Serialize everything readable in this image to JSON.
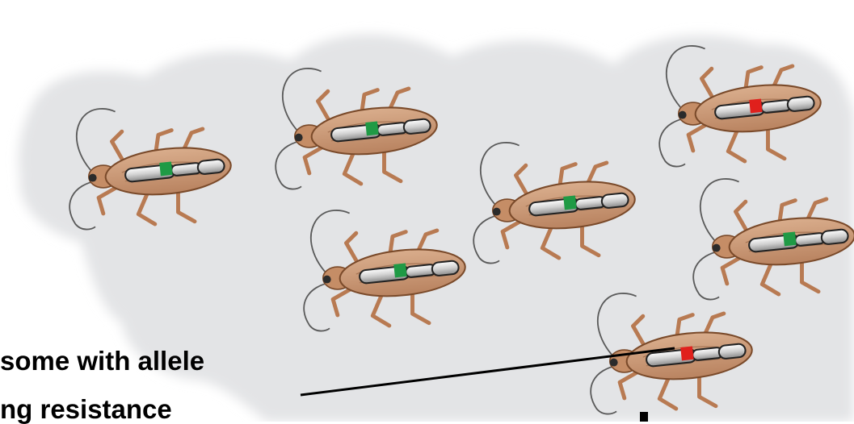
{
  "caption": {
    "line1": "some with allele",
    "line2": "ng resistance"
  },
  "colors": {
    "cloud": "#e3e4e6",
    "beetle_body": "#c99a78",
    "beetle_outline": "#7a4a2a",
    "legs": "#b87a52",
    "chromosome": "#d9d9d9",
    "allele_normal": "#1f9a45",
    "allele_resistant": "#e0201c",
    "pointer_line": "#000000"
  },
  "beetles": [
    {
      "id": "beetle-1",
      "allele": "normal"
    },
    {
      "id": "beetle-2",
      "allele": "normal"
    },
    {
      "id": "beetle-3",
      "allele": "resistant"
    },
    {
      "id": "beetle-4",
      "allele": "normal"
    },
    {
      "id": "beetle-5",
      "allele": "normal"
    },
    {
      "id": "beetle-6",
      "allele": "normal"
    },
    {
      "id": "beetle-7",
      "allele": "resistant"
    }
  ]
}
